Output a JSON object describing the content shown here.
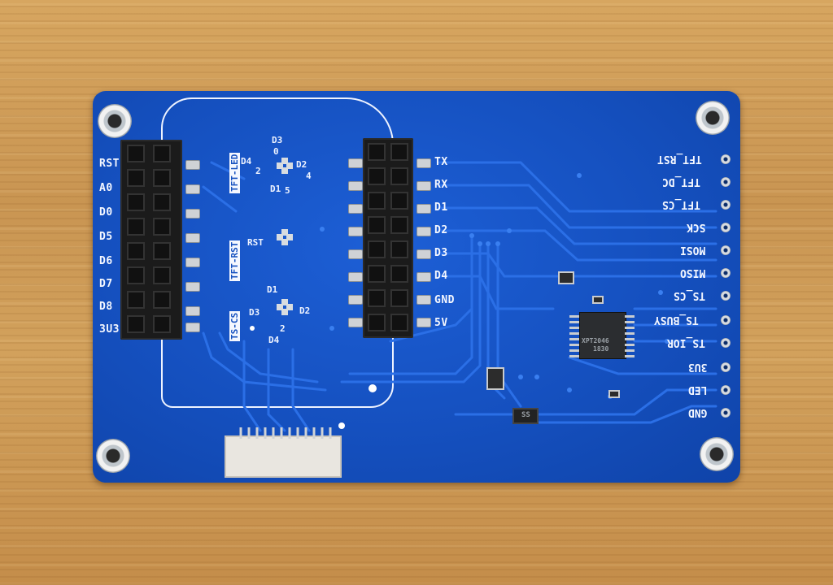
{
  "left_header_labels": [
    "RST",
    "A0",
    "D0",
    "D5",
    "D6",
    "D7",
    "D8",
    "3U3"
  ],
  "right_header_labels": [
    "TX",
    "RX",
    "D1",
    "D2",
    "D3",
    "D4",
    "GND",
    "5V"
  ],
  "edge_pin_labels": [
    "TFT_RST",
    "TFT_DC",
    "TFT_CS",
    "SCK",
    "MOSI",
    "MISO",
    "TS_CS",
    "TS_BUSY",
    "TS_IOR",
    "3U3",
    "LED",
    "GND"
  ],
  "jumper_labels": [
    "TS-CS",
    "TFT-RST",
    "TFT-LED"
  ],
  "small_labels": {
    "d4": "D4",
    "two": "2",
    "d3": "D3",
    "zero": "0",
    "d2": "D2",
    "four": "4",
    "d1": "D1",
    "five": "5",
    "rst": "RST"
  },
  "chip_text": [
    "XPT2046",
    "1830"
  ],
  "transistor_text": "SS"
}
